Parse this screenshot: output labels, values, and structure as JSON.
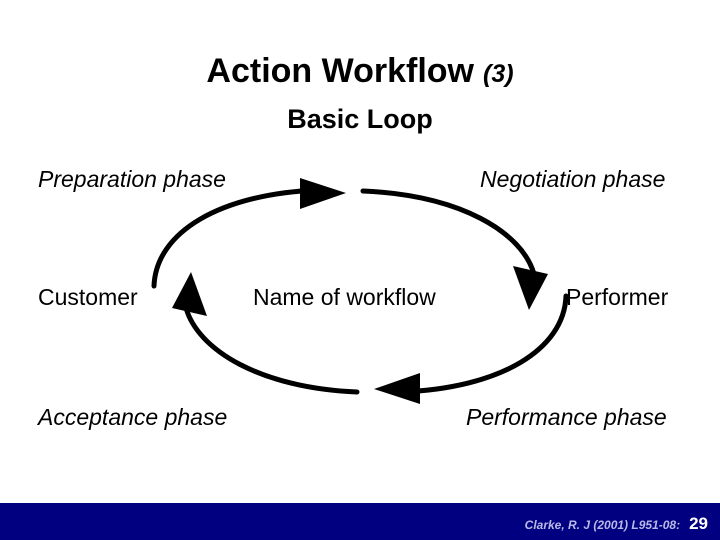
{
  "slide": {
    "title_main": "Action Workflow",
    "title_suffix": "(3)",
    "subtitle": "Basic Loop",
    "background_color": "#ffffff",
    "text_color": "#000000"
  },
  "diagram": {
    "type": "cycle-loop",
    "direction": "clockwise",
    "center_label": "Name of workflow",
    "roles": {
      "left": "Customer",
      "right": "Performer"
    },
    "phases": [
      {
        "id": "preparation",
        "label": "Preparation phase",
        "position": "top-left"
      },
      {
        "id": "negotiation",
        "label": "Negotiation phase",
        "position": "top-right"
      },
      {
        "id": "performance",
        "label": "Performance phase",
        "position": "bottom-right"
      },
      {
        "id": "acceptance",
        "label": "Acceptance phase",
        "position": "bottom-left"
      }
    ],
    "arrows": [
      {
        "id": "arrow-top",
        "direction": "right",
        "between": "preparation-to-negotiation"
      },
      {
        "id": "arrow-right",
        "direction": "down",
        "between": "negotiation-to-performance"
      },
      {
        "id": "arrow-bottom",
        "direction": "left",
        "between": "performance-to-acceptance"
      },
      {
        "id": "arrow-left",
        "direction": "up",
        "between": "acceptance-to-preparation"
      }
    ],
    "stroke_color": "#000000"
  },
  "footer": {
    "citation": "Clarke, R. J (2001) L951-08:",
    "page_number": "29",
    "bar_color": "#000080",
    "citation_color": "#b9b9e8",
    "page_color": "#ffffff"
  }
}
